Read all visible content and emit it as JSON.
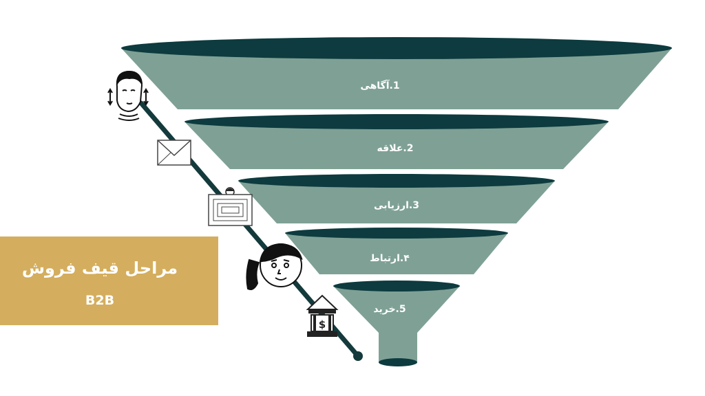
{
  "title": {
    "main": "مراحل قیف فروش",
    "sub": "B2B"
  },
  "stages": [
    {
      "label": "1.آگاهی"
    },
    {
      "label": "2.علاقه"
    },
    {
      "label": "3.ارزیابی"
    },
    {
      "label": "۴.ارتباط"
    },
    {
      "label": "5.خرید"
    }
  ],
  "icons": [
    "face-icon",
    "envelope-icon",
    "monitor-icon",
    "woman-face-icon",
    "bank-icon"
  ],
  "bank_symbol": "$",
  "colors": {
    "funnel_body": "#7fa195",
    "funnel_rim": "#0d3b3f",
    "title_box": "#d4ae5e",
    "line": "#143a3c"
  }
}
